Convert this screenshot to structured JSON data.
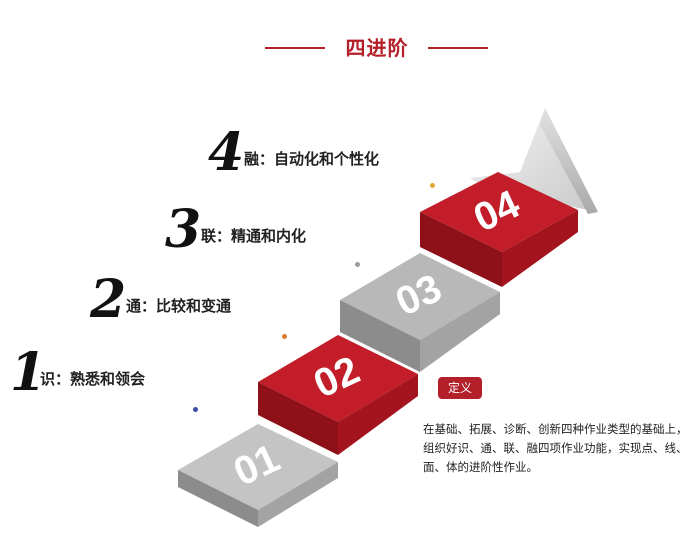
{
  "title": "四进阶",
  "levels": [
    {
      "number": "1",
      "label": "识：熟悉和领会"
    },
    {
      "number": "2",
      "label": "通：比较和变通"
    },
    {
      "number": "3",
      "label": "联：精通和内化"
    },
    {
      "number": "4",
      "label": "融：自动化和个性化"
    }
  ],
  "steps": [
    "01",
    "02",
    "03",
    "04"
  ],
  "definition": {
    "badge": "定义",
    "text": "在基础、拓展、诊断、创新四种作业类型的基础上，组织好识、通、联、融四项作业功能，实现点、线、面、体的进阶性作业。"
  },
  "colors": {
    "accent": "#b3202a",
    "red_top": "#c21d28",
    "red_front": "#8e1018",
    "gray_top": "#b8b8b8",
    "gray_front": "#8c8c8c",
    "dots": [
      "#3a4fa8",
      "#e07a2e",
      "#9a9a9a",
      "#e0a82e"
    ]
  }
}
